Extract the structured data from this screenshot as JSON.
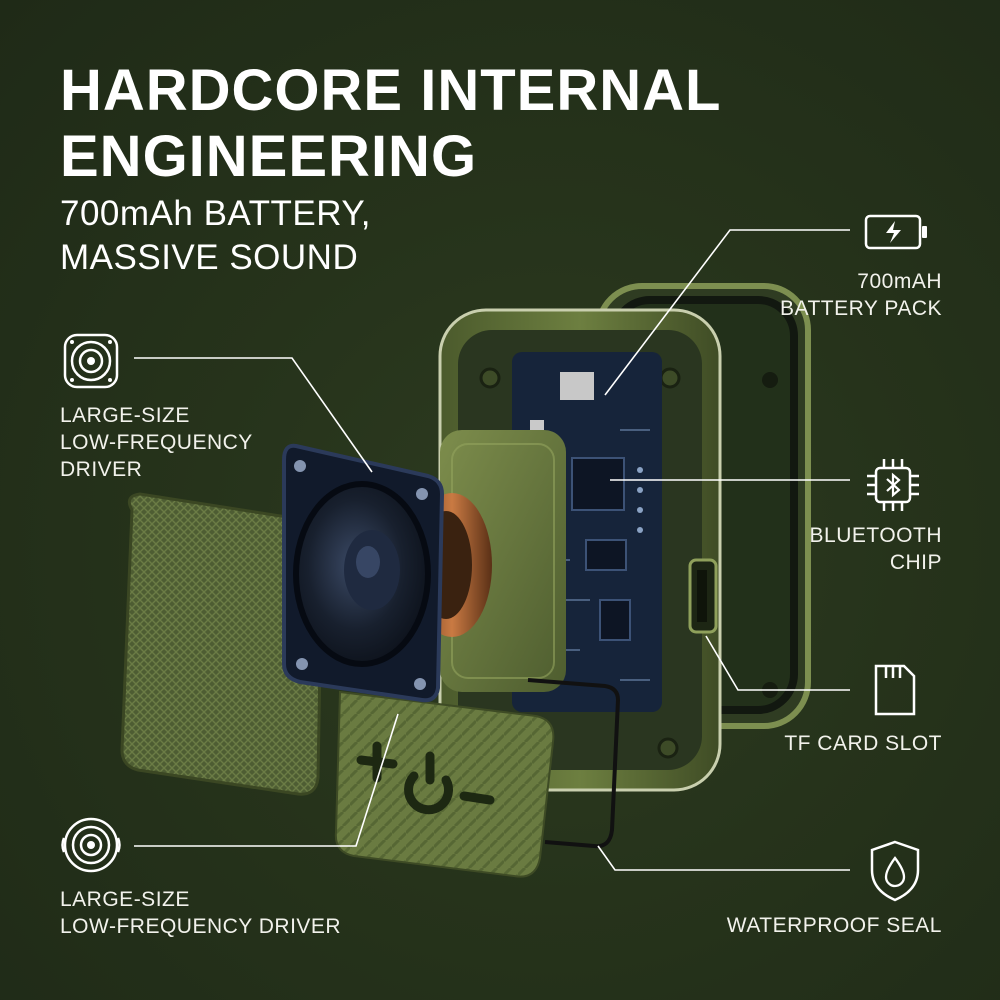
{
  "headline": {
    "line1": "HARDCORE INTERNAL",
    "line2": "ENGINEERING"
  },
  "subheadline": {
    "line1": "700mAh BATTERY,",
    "line2": "MASSIVE SOUND"
  },
  "callouts": {
    "battery": {
      "line1": "700mAH",
      "line2": "BATTERY PACK",
      "icon": "battery-icon"
    },
    "bluetooth": {
      "line1": "BLUETOOTH",
      "line2": "CHIP",
      "icon": "bluetooth-chip-icon"
    },
    "tf_card": {
      "line1": "TF CARD SLOT",
      "icon": "sd-card-icon"
    },
    "waterproof": {
      "line1": "WATERPROOF SEAL",
      "icon": "water-drop-shield-icon"
    },
    "driver_top": {
      "line1": "LARGE-SIZE",
      "line2": "LOW-FREQUENCY",
      "line3": "DRIVER",
      "icon": "speaker-driver-icon"
    },
    "driver_bottom": {
      "line1": "LARGE-SIZE",
      "line2": "LOW-FREQUENCY DRIVER",
      "icon": "sound-wave-speaker-icon"
    }
  },
  "colors": {
    "background": "#26331b",
    "text": "#ffffff",
    "olive_shell": "#5a6b35",
    "pcb": "#16243a",
    "driver_copper": "#b06a3c"
  }
}
